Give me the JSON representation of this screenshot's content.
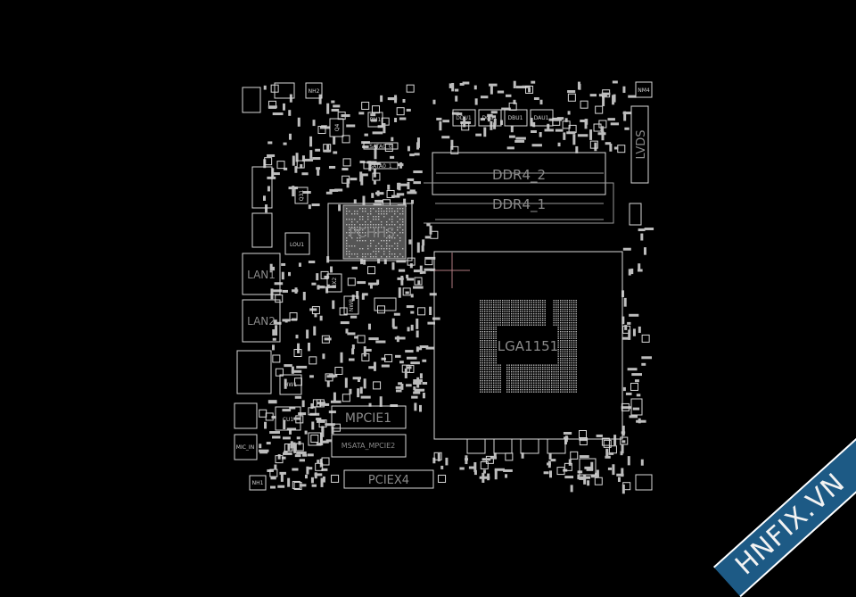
{
  "colors": {
    "background": "#000000",
    "outline": "#d8d8d8",
    "label": "#8a8a8a",
    "cursor": "#b07a80",
    "watermark": "#1d5a85"
  },
  "components": {
    "pch": "PCHHS",
    "lan1": "LAN1",
    "lan2": "LAN2",
    "ddr4_2": "DDR4_2",
    "ddr4_1": "DDR4_1",
    "lvds": "LVDS",
    "cpu": "LGA1151",
    "mpcie1": "MPCIE1",
    "msata": "MSATA_MPCIE2",
    "pciex4": "PCIEX4",
    "cu1": "CU1",
    "mic_in": "MIC_IN",
    "hw1": "HW1",
    "lou1": "LOU1",
    "ddu1": "DDU1",
    "dcu1": "DCU1",
    "dbu1": "DBU1",
    "dau1": "DAU1",
    "sata0": "SATA0_0",
    "sata1": "SATA0_1",
    "q4": "Q4",
    "q31": "Q31",
    "pm1": "PM1",
    "nh2": "NH2",
    "nm4": "NM4",
    "nh1": "NH1",
    "nx2": "NX2",
    "nw8": "NW8"
  },
  "watermark": "HNFIX.VN"
}
